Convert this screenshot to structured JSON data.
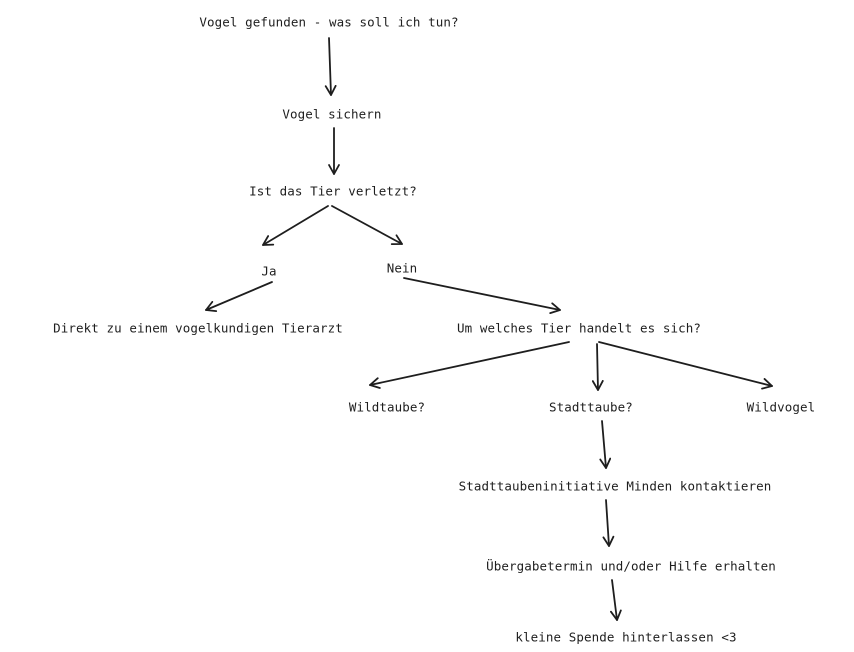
{
  "diagram": {
    "nodes": {
      "start": "Vogel gefunden - was soll ich tun?",
      "secure": "Vogel sichern",
      "injured_question": "Ist das Tier verletzt?",
      "yes": "Ja",
      "no": "Nein",
      "vet": "Direkt zu einem vogelkundigen Tierarzt",
      "which_animal": "Um welches Tier handelt es sich?",
      "wild_pigeon": "Wildtaube?",
      "city_pigeon": "Stadttaube?",
      "wild_bird": "Wildvogel",
      "contact": "Stadttaubeninitiative Minden kontaktieren",
      "handover": "Übergabetermin und/oder Hilfe erhalten",
      "donate": "kleine Spende hinterlassen <3"
    },
    "edges": [
      {
        "from": "start",
        "to": "secure"
      },
      {
        "from": "secure",
        "to": "injured_question"
      },
      {
        "from": "injured_question",
        "to": "yes"
      },
      {
        "from": "injured_question",
        "to": "no"
      },
      {
        "from": "yes",
        "to": "vet"
      },
      {
        "from": "no",
        "to": "which_animal"
      },
      {
        "from": "which_animal",
        "to": "wild_pigeon"
      },
      {
        "from": "which_animal",
        "to": "city_pigeon"
      },
      {
        "from": "which_animal",
        "to": "wild_bird"
      },
      {
        "from": "city_pigeon",
        "to": "contact"
      },
      {
        "from": "contact",
        "to": "handover"
      },
      {
        "from": "handover",
        "to": "donate"
      }
    ]
  }
}
